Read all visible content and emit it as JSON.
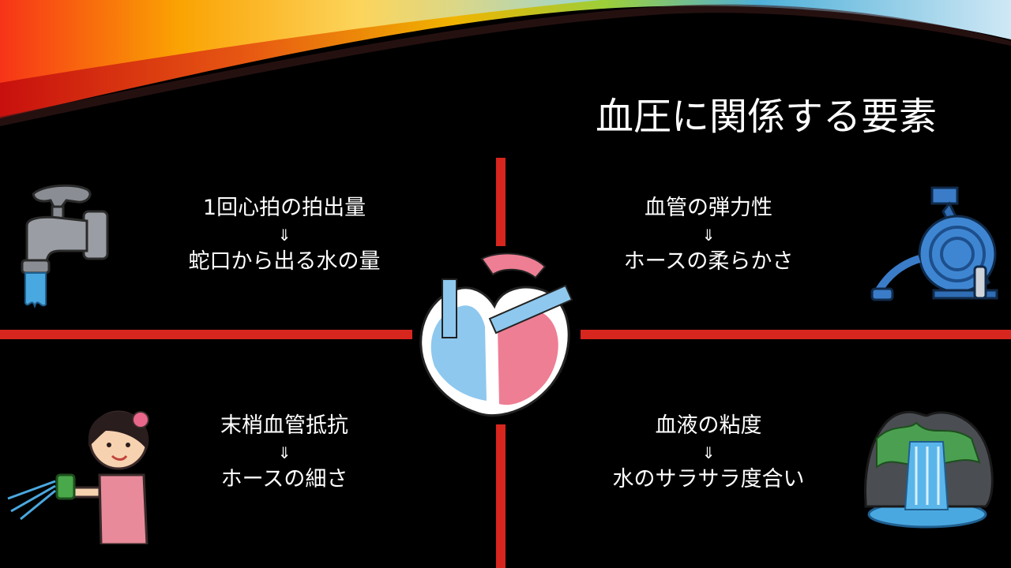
{
  "slide": {
    "title": "血圧に関係する要素",
    "accent_color": "#d7261e",
    "quadrants": [
      {
        "heading": "1回心拍の拍出量",
        "arrow": "⇓",
        "analogy": "蛇口から出る水の量",
        "icon": "faucet-icon"
      },
      {
        "heading": "血管の弾力性",
        "arrow": "⇓",
        "analogy": "ホースの柔らかさ",
        "icon": "hose-reel-icon"
      },
      {
        "heading": "末梢血管抵抗",
        "arrow": "⇓",
        "analogy": "ホースの細さ",
        "icon": "woman-with-hose-icon"
      },
      {
        "heading": "血液の粘度",
        "arrow": "⇓",
        "analogy": "水のサラサラ度合い",
        "icon": "waterfall-icon"
      }
    ],
    "center_icon": "heart-icon"
  }
}
